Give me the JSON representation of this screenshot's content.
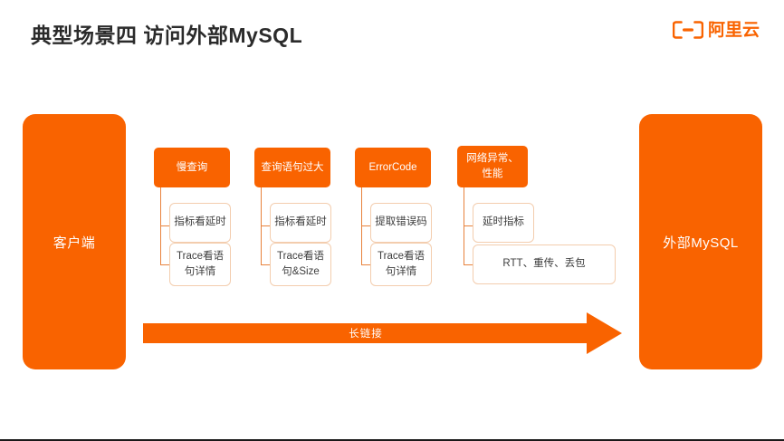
{
  "header": {
    "title": "典型场景四 访问外部MySQL",
    "brand_text": "阿里云",
    "brand_icon": "alibaba-cloud-bracket-logo",
    "brand_color": "#F96300"
  },
  "colors": {
    "accent": "#F96300",
    "leaf_border": "#F3CDAE",
    "connector": "#E8823C",
    "leaf_text": "#3d3d3d",
    "title_text": "#2b2b2b",
    "background": "#ffffff"
  },
  "pillars": {
    "left": {
      "label": "客户端"
    },
    "right": {
      "label": "外部MySQL"
    }
  },
  "groups": [
    {
      "head": "慢查询",
      "leaves": [
        "指标看延时",
        "Trace看语句详情"
      ]
    },
    {
      "head": "查询语句过大",
      "leaves": [
        "指标看延时",
        "Trace看语句&Size"
      ]
    },
    {
      "head": "ErrorCode",
      "leaves": [
        "提取错误码",
        "Trace看语句详情"
      ]
    },
    {
      "head": "网络异常、性能",
      "leaves": [
        "延时指标",
        "RTT、重传、丢包"
      ]
    }
  ],
  "arrow": {
    "label": "长链接",
    "direction": "right"
  }
}
